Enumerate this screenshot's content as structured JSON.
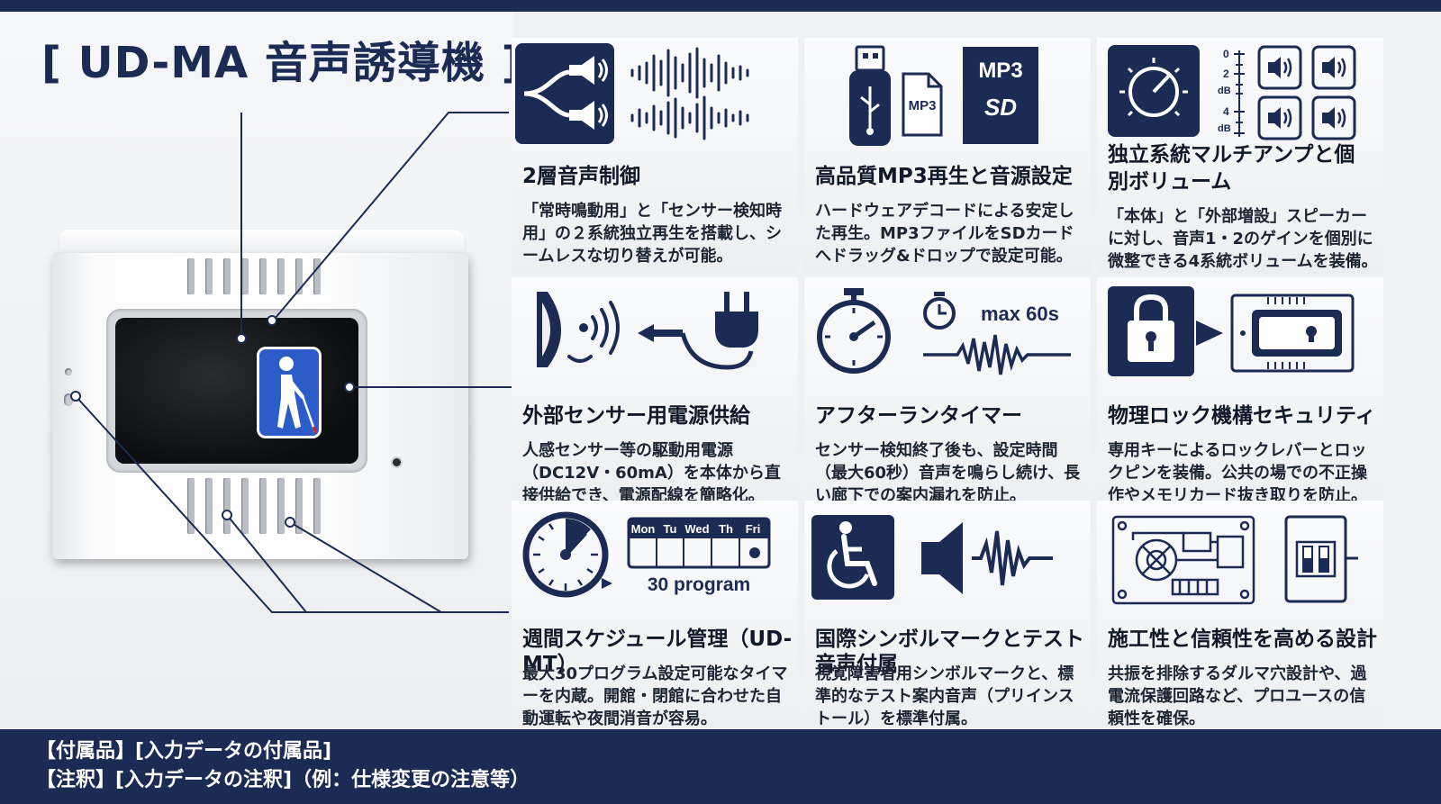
{
  "title": "[ UD-MA 音声誘導機 ]",
  "colors": {
    "navy": "#1b2b53",
    "badge_blue": "#2c5cc8",
    "text": "#111829"
  },
  "features": [
    {
      "title": "2層音声制御",
      "desc": "「常時鳴動用」と「センサー検知時用」の２系統独立再生を搭載し、シームレスな切り替えが可能。",
      "icons": [
        "speaker-split-icon",
        "sound-wave-icon"
      ]
    },
    {
      "title": "高品質MP3再生と音源設定",
      "desc": "ハードウェアデコードによる安定した再生。MP3ファイルをSDカードへドラッグ&ドロップで設定可能。",
      "icons": [
        "usb-drive-icon",
        "mp3-file-icon",
        "sd-card-icon"
      ],
      "file_label": "MP3",
      "sd_label": "MP3",
      "sd_logo": "SD"
    },
    {
      "title": "独立系統マルチアンプと個別ボリューム",
      "desc": "「本体」と「外部増設」スピーカーに対し、音声1・2のゲインを個別に微整できる4系統ボリュームを装備。",
      "icons": [
        "volume-knob-icon",
        "db-scale-icon",
        "speaker-grid-icon"
      ],
      "scale_labels": [
        "0",
        "2",
        "dB",
        "4",
        "dB"
      ]
    },
    {
      "title": "外部センサー用電源供給",
      "desc": "人感センサー等の駆動用電源（DC12V・60mA）を本体から直接供給でき、電源配線を簡略化。",
      "icons": [
        "sensor-icon",
        "arrow-left-icon",
        "power-plug-icon"
      ]
    },
    {
      "title": "アフターランタイマー",
      "desc": "センサー検知終了後も、設定時間（最大60秒）音声を鳴らし続け、長い廊下での案内漏れを防止。",
      "icons": [
        "stopwatch-icon",
        "timer-icon",
        "sound-wave-icon"
      ],
      "timer_label": "max 60s"
    },
    {
      "title": "物理ロック機構セキュリティ",
      "desc": "専用キーによるロックレバーとロックピンを装備。公共の場での不正操作やメモリカード抜き取りを防止。",
      "icons": [
        "padlock-icon",
        "lock-lever-icon"
      ]
    },
    {
      "title": "週間スケジュール管理（UD-MT）",
      "desc": "最大30プログラム設定可能なタイマーを内蔵。開館・閉館に合わせた自動運転や夜間消音が容易。",
      "icons": [
        "gauge-icon",
        "weekly-calendar-icon"
      ],
      "days": [
        "Mon",
        "Tu",
        "Wed",
        "Th",
        "Fri"
      ],
      "program_label": "30 program"
    },
    {
      "title": "国際シンボルマークとテスト音声付属",
      "desc": "視覚障害者用シンボルマークと、標準的なテスト案内音声（プリインストール）を標準付属。",
      "icons": [
        "wheelchair-icon",
        "speaker-icon",
        "sound-wave-icon"
      ]
    },
    {
      "title": "施工性と信頼性を高める設計",
      "desc": "共振を排除するダルマ穴設計や、過電流保護回路など、プロユースの信頼性を確保。",
      "icons": [
        "circuit-board-icon",
        "switch-icon"
      ]
    }
  ],
  "footer": {
    "accessories": "【付属品】[入力データの付属品]",
    "notes": "【注釈】[入力データの注釈]（例：仕様変更の注意等）"
  }
}
